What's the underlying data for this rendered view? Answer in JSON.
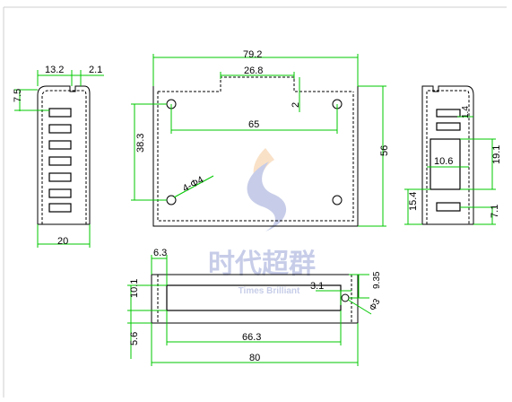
{
  "watermark": {
    "brand_cn": "时代超群",
    "brand_en": "Times Brilliant",
    "color": "#9aa6d6",
    "accent": "#f5c99a"
  },
  "colors": {
    "dimension_lines": "#00c800",
    "outline": "#000000",
    "background": "#ffffff"
  },
  "left_view": {
    "dims": {
      "top_a": "13.2",
      "top_b": "2.1",
      "slot_offset": "7.5",
      "width": "20"
    }
  },
  "front_view": {
    "dims": {
      "overall_width": "79.2",
      "notch_width": "26.8",
      "notch_depth": "2",
      "hole_spacing_x": "65",
      "hole_spacing_y": "38.3",
      "holes": "4-Φ4",
      "height": "56"
    }
  },
  "right_view": {
    "dims": {
      "slot_w": "1.4",
      "window_w": "10.6",
      "window_h": "19.1",
      "lower_h": "15.4",
      "bottom_h": "7.1"
    }
  },
  "bottom_view": {
    "dims": {
      "offset_left": "6.3",
      "height": "10.1",
      "base_offset": "5.6",
      "slot_len": "66.3",
      "overall": "80",
      "hole_x": "3.1",
      "hole_y": "9.35",
      "hole_d": "Φ3"
    }
  }
}
